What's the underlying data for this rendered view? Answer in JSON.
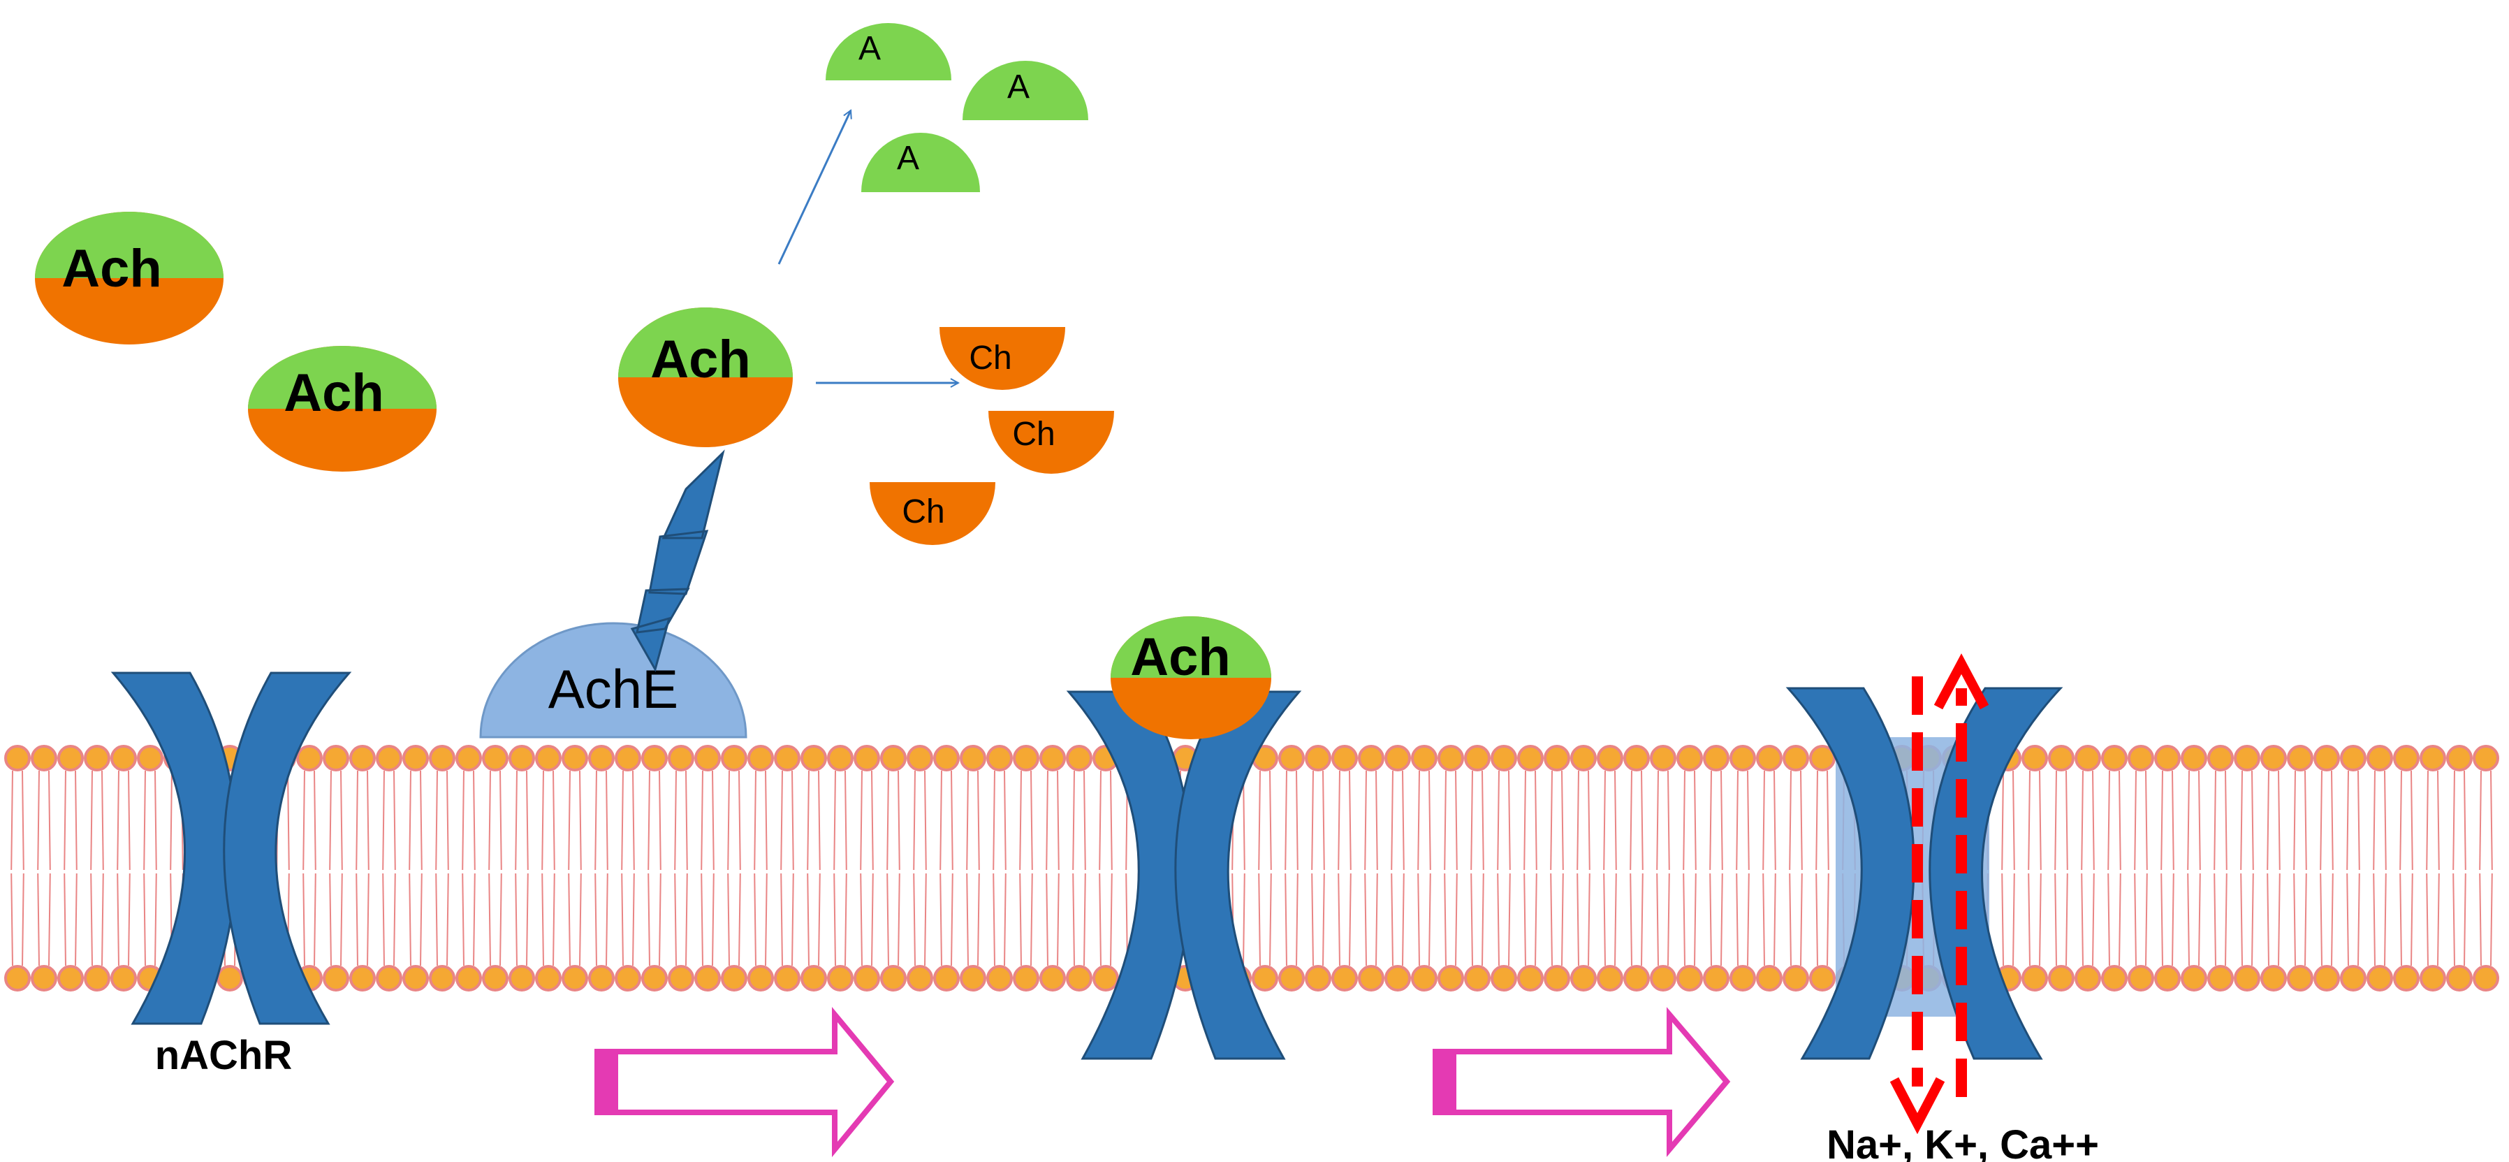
{
  "labels": {
    "ach": "Ach",
    "ache": "AchE",
    "acetate": "A",
    "choline": "Ch",
    "receptor": "nAChR",
    "ions": "Na+, K+, Ca++"
  },
  "colors": {
    "acetyl_green": "#7dd44f",
    "choline_orange": "#f07300",
    "receptor_blue": "#2e75b6",
    "ache_blue": "#8db4e2",
    "lipid_head": "#f5a833",
    "lipid_tail": "#e98585",
    "arrow_magenta": "#e43ab3",
    "ion_arrow_red": "#ff0000",
    "connector_blue": "#3b7cc4"
  }
}
